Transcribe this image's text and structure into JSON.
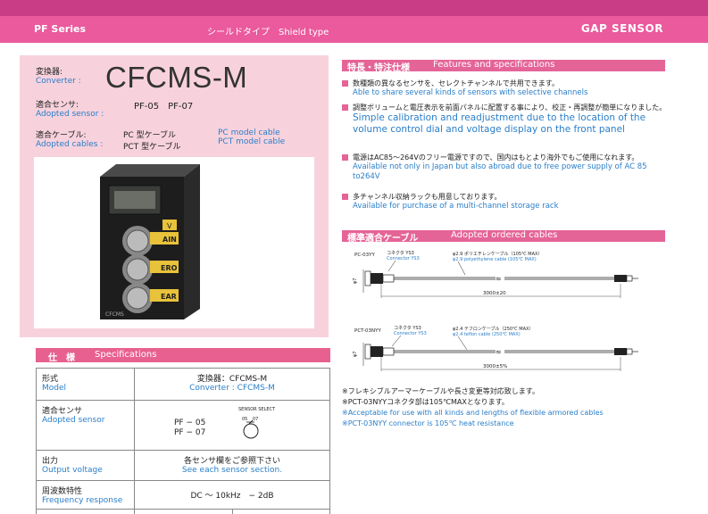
{
  "header": {
    "series": "PF Series",
    "shield": "シールドタイプ　Shield type",
    "product_line": "GAP SENSOR"
  },
  "converter": {
    "label_jp": "変換器:",
    "label_en": "Converter :",
    "model": "CFCMS-M",
    "sensor_label_jp": "適合センサ:",
    "sensor_label_en": "Adopted sensor :",
    "sensors": "PF-05　PF-07",
    "cable_label_jp": "適合ケーブル:",
    "cable_label_en": "Adopted cables :",
    "cable1_jp": "PC 型ケーブル",
    "cable1_en": "PC model cable",
    "cable2_jp": "PCT 型ケーブル",
    "cable2_en": "PCT model cable"
  },
  "device_labels": {
    "gain": "AIN",
    "zero": "ERO",
    "clear": "EAR",
    "v": "V",
    "brand": "CFCMS"
  },
  "specs": {
    "title_jp": "仕　様",
    "title_en": "Specifications",
    "rows": [
      {
        "jp": "形式",
        "en": "Model",
        "value_jp": "変換器：CFCMS-M",
        "value_en": "Converter : CFCMS-M"
      },
      {
        "jp": "適合センサ",
        "en": "Adopted sensor",
        "value_jp": "PF − 05",
        "value_en": "PF − 07",
        "switch_label": "SENSOR SELECT",
        "switch_a": "05",
        "switch_b": "07"
      },
      {
        "jp": "出力",
        "en": "Output voltage",
        "value_jp": "各センサ欄をご参照下さい",
        "value_en": "See each sensor section."
      },
      {
        "jp": "周波数特性",
        "en": "Frequency response",
        "value_jp": "DC 〜 10kHz　− 2dB",
        "value_en": ""
      }
    ]
  },
  "features": {
    "title_jp": "特長・特注仕様",
    "title_en": "Features and specifications",
    "items": [
      {
        "jp": "数種類の異なるセンサを、セレクトチャンネルで共用できます。",
        "en": "Able to share several kinds of sensors with selective channels"
      },
      {
        "jp": "調整ボリュームと電圧表示を前面パネルに配置する事により、校正・再調整が簡単になりました。",
        "en": "Simple calibration and readjustment due to the location of the volume control dial and voltage display on the front panel"
      },
      {
        "jp": "電源はAC85〜264Vのフリー電源ですので、国内はもとより海外でもご使用になれます。",
        "en": "Available not only in Japan but also abroad due to free power supply of AC 85 to264V"
      },
      {
        "jp": "多チャンネル収納ラックも用意しております。",
        "en": "Available for purchase of a multi-channel storage rack"
      }
    ]
  },
  "cables": {
    "title_jp": "標準適合ケーブル",
    "title_en": "Adopted ordered cables",
    "diagram1": {
      "model": "PC-03YY",
      "connector_jp": "コネクタ YS3",
      "connector_en": "Connector YS3",
      "cable_jp": "φ2.9 ポリエチレンケーブル（105℃ MAX）",
      "cable_en": "φ2.9 polyethylene cable (105℃ MAX)",
      "diameter": "φ7",
      "length": "3000±20"
    },
    "diagram2": {
      "model": "PCT-03NYY",
      "connector_jp": "コネクタ YS3",
      "connector_en": "Connector YS3",
      "cable_jp": "φ2.4 テフロンケーブル（250℃ MAX）",
      "cable_en": "φ2.4 teflon cable (250℃ MAX)",
      "diameter": "φ7",
      "length": "3000±5%"
    }
  },
  "notes": {
    "jp1": "※フレキシブルアーマーケーブルや長さ変更等対応致します。",
    "jp2": "※PCT-03NYYコネクタ部は105℃MAXとなります。",
    "en1": "※Acceptable for use with all kinds and lengths of flexible armored cables",
    "en2": "※PCT-03NYY connector is 105℃ heat resistance"
  }
}
